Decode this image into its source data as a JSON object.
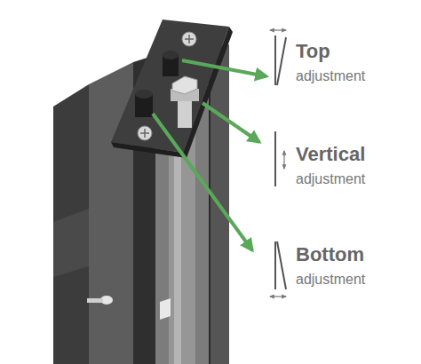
{
  "diagram": {
    "labels": [
      "Top",
      "adjustment",
      "Vertical",
      "adjustment",
      "Bottom",
      "adjustment"
    ]
  }
}
